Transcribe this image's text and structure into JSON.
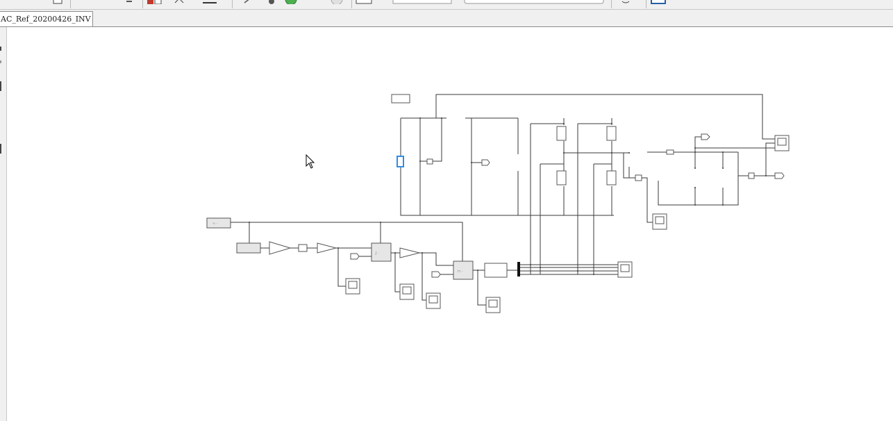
{
  "window": {
    "tab_title": "AC_Ref_20200426_INV"
  },
  "toolbar": {
    "icons": [
      "file-icon",
      "library-icon",
      "undo-icon",
      "model-icon",
      "arrow-icon",
      "gear-icon",
      "run-icon",
      "stop-icon",
      "view-icon",
      "sim-time-field",
      "mode-field",
      "debug-icon",
      "block-icon"
    ]
  },
  "diagram": {
    "selected_block": "highlighted-block",
    "colors": {
      "wire": "#3a3a3a",
      "selection": "#2f8de4",
      "toolbar_red": "#c0392b",
      "toolbar_green": "#4caf50",
      "toolbar_blue": "#2460a7"
    }
  }
}
